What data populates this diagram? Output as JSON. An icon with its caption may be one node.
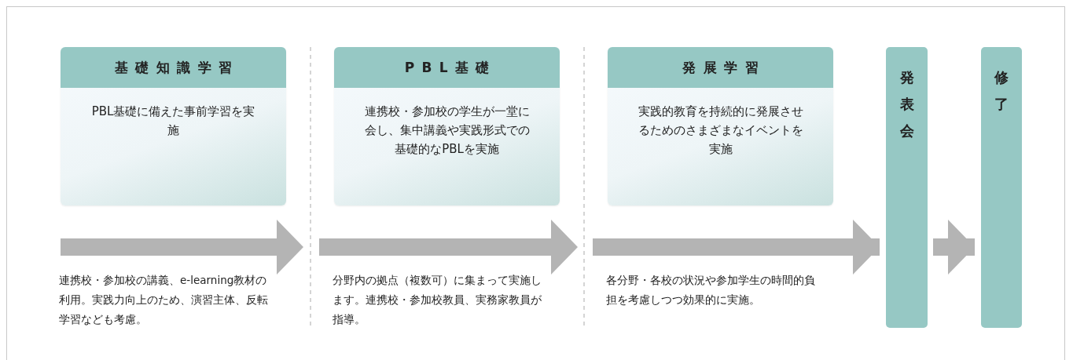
{
  "diagram": {
    "nodes": [
      {
        "text": [
          "基礎知識学習",
          "PBL基礎に備えた事前学習を実施"
        ]
      },
      {
        "text": [
          "PBL基礎",
          "連携校・参加校の学生が一堂に会し、集中講義や実践形式での基礎的なPBLを実施"
        ]
      },
      {
        "text": [
          "発展学習",
          "実践的教育を持続的に発展させるためのさまざまなイベントを実施"
        ]
      },
      {
        "text": [
          "発表会"
        ]
      },
      {
        "text": [
          "修了"
        ]
      }
    ],
    "edges": [
      {
        "from": null,
        "to": 3,
        "arrow": "to"
      },
      {
        "from": 3,
        "to": 4,
        "arrow": "to"
      }
    ],
    "labels": [
      "連携校・参加校の講義、e-learning教材の利用。実践力向上のため、演習主体、反転学習なども考慮。",
      "分野内の拠点（複数可）に集まって実施します。連携校・参加校教員、実務家教員が指導。",
      "各分野・各校の状況や参加学生の時間的負担を考慮しつつ効果的に実施。"
    ]
  }
}
